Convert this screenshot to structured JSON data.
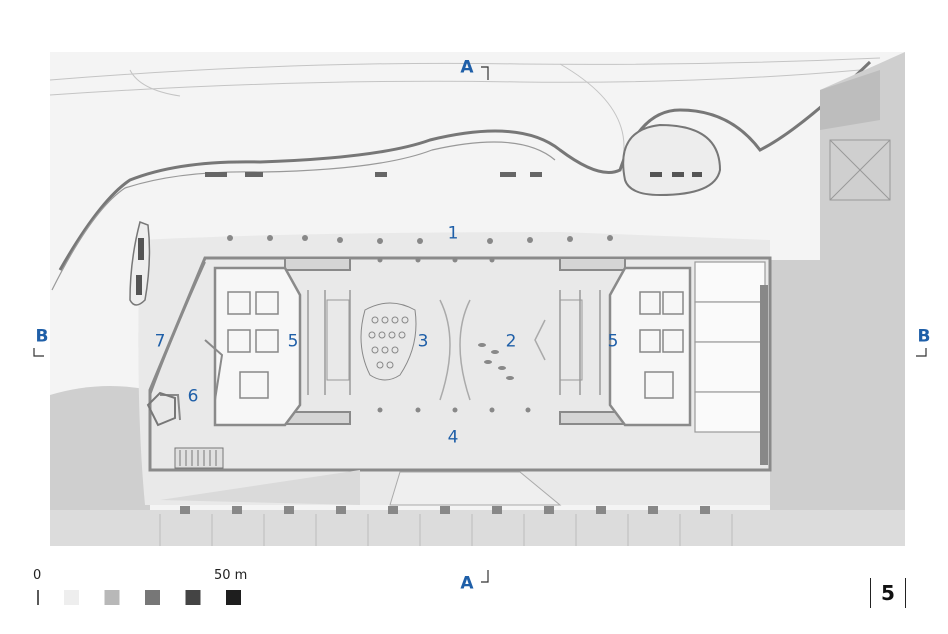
{
  "labels": {
    "area_1": "1",
    "area_2": "2",
    "area_3": "3",
    "area_4": "4",
    "area_5_left": "5",
    "area_5_right": "5",
    "area_6": "6",
    "area_7": "7"
  },
  "sections": {
    "a_top": "A",
    "a_bottom": "A",
    "b_left": "B",
    "b_right": "B"
  },
  "scale": {
    "start": "0",
    "end": "50 m",
    "swatches": [
      "#eeeeee",
      "#b8b8b8",
      "#777777",
      "#444444",
      "#1e1e1e"
    ]
  },
  "page_number": "5",
  "colors": {
    "label_blue": "#1f5fa8",
    "plaza": "#e6e6e6",
    "surround": "#cdcdcd",
    "wall": "#8a8a8a",
    "line": "#9a9a9a"
  }
}
